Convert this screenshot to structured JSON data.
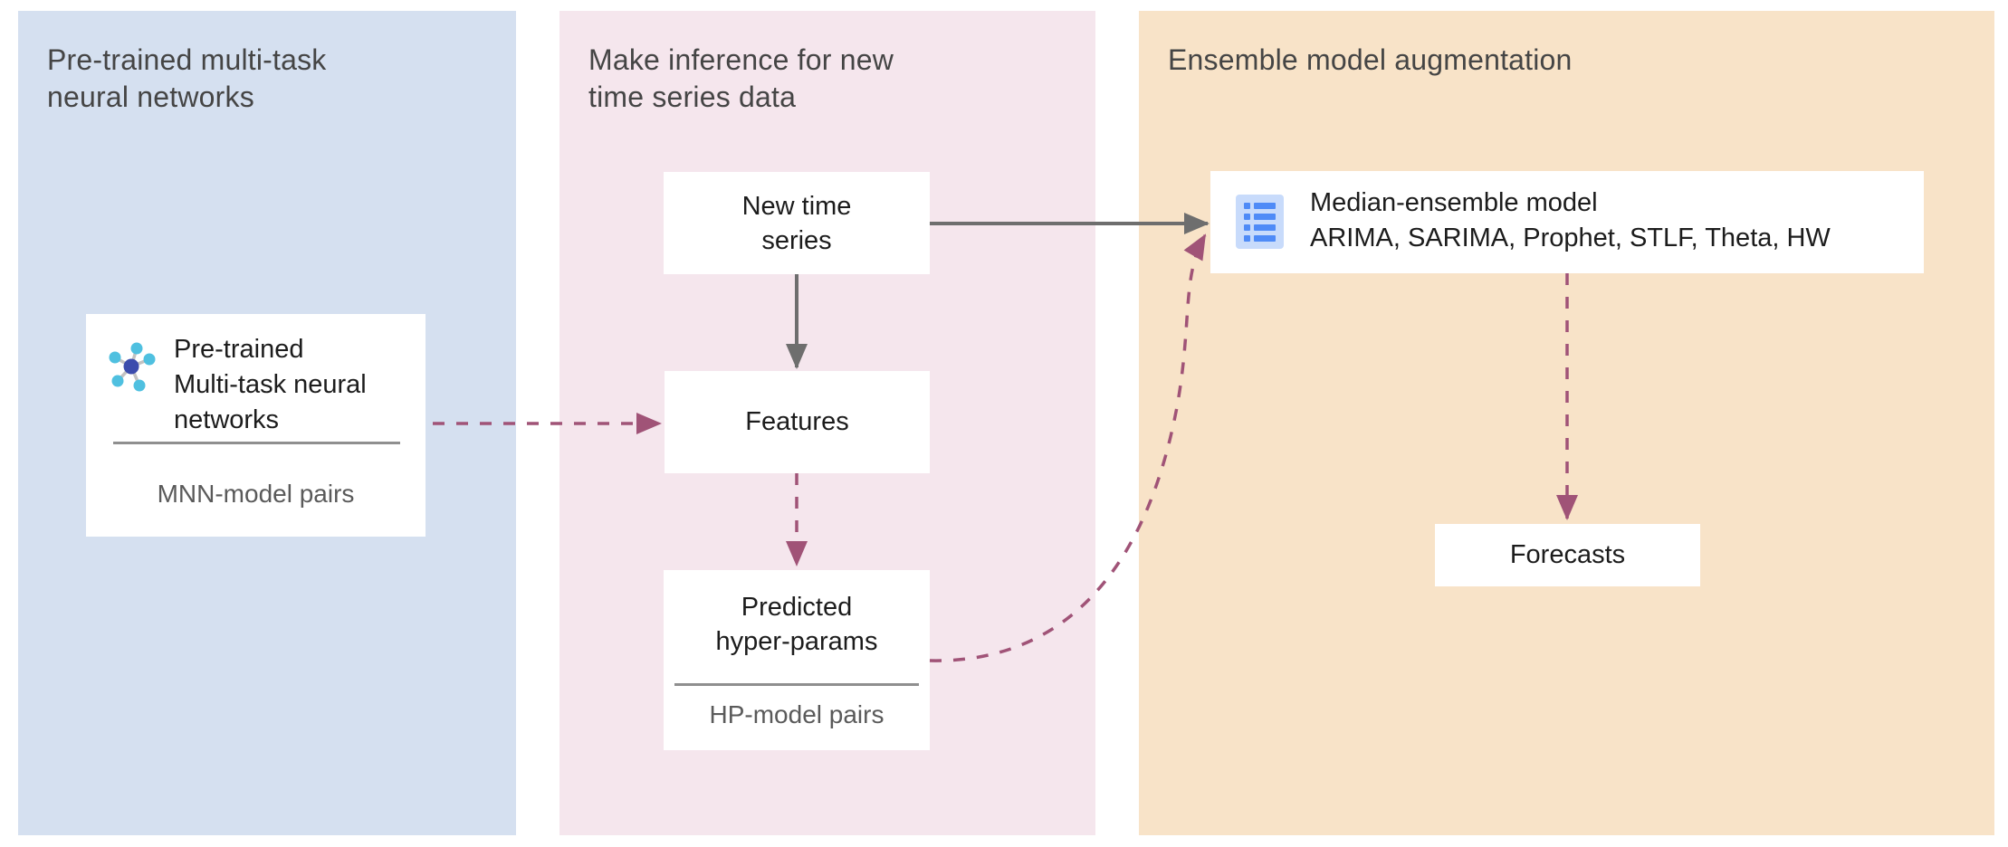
{
  "diagram": {
    "panels": [
      {
        "name": "pretrained",
        "title_lines": [
          "Pre-trained multi-task",
          "neural networks"
        ],
        "bg": "#d5e0f0"
      },
      {
        "name": "inference",
        "title_lines": [
          "Make inference for new",
          "time series data"
        ],
        "bg": "#f5e6ed"
      },
      {
        "name": "ensemble",
        "title_lines": [
          "Ensemble model augmentation"
        ],
        "bg": "#f8e3c8"
      }
    ],
    "nodes": {
      "mnn": {
        "icon": "network-hub-icon",
        "title_lines": [
          "Pre-trained",
          "Multi-task neural",
          "networks"
        ],
        "subtitle": "MNN-model pairs"
      },
      "new_time_series": {
        "label_lines": [
          "New time",
          "series"
        ]
      },
      "features": {
        "label": "Features"
      },
      "predicted_hp": {
        "title_lines": [
          "Predicted",
          "hyper-params"
        ],
        "subtitle": "HP-model pairs"
      },
      "median_ensemble": {
        "icon": "list-icon",
        "title": "Median-ensemble model",
        "models": "ARIMA, SARIMA, Prophet, STLF, Theta, HW"
      },
      "forecasts": {
        "label": "Forecasts"
      }
    },
    "connectors": [
      {
        "from": "new_time_series",
        "to": "median_ensemble",
        "style": "solid"
      },
      {
        "from": "new_time_series",
        "to": "features",
        "style": "solid"
      },
      {
        "from": "mnn",
        "to": "features",
        "style": "dashed"
      },
      {
        "from": "features",
        "to": "predicted_hp",
        "style": "dashed"
      },
      {
        "from": "predicted_hp",
        "to": "median_ensemble",
        "style": "dashed-curve"
      },
      {
        "from": "median_ensemble",
        "to": "forecasts",
        "style": "dashed"
      }
    ],
    "colors": {
      "panel_pretrained_bg": "#d5e0f0",
      "panel_inference_bg": "#f5e6ed",
      "panel_ensemble_bg": "#f8e3c8",
      "solid_arrow": "#6e6e6e",
      "dashed_arrow": "#a05377",
      "panel_title_text": "#454545",
      "node_text": "#1c1c1c",
      "subtitle_text": "#5a5a5a",
      "divider": "#8f8f8f",
      "hub_icon_center": "#3c4cad",
      "hub_icon_satellite": "#4fc0e0",
      "hub_icon_spoke": "#c2c2c2",
      "list_icon_bg": "#c8dbfb",
      "list_icon_bar": "#4f8bf7"
    }
  }
}
